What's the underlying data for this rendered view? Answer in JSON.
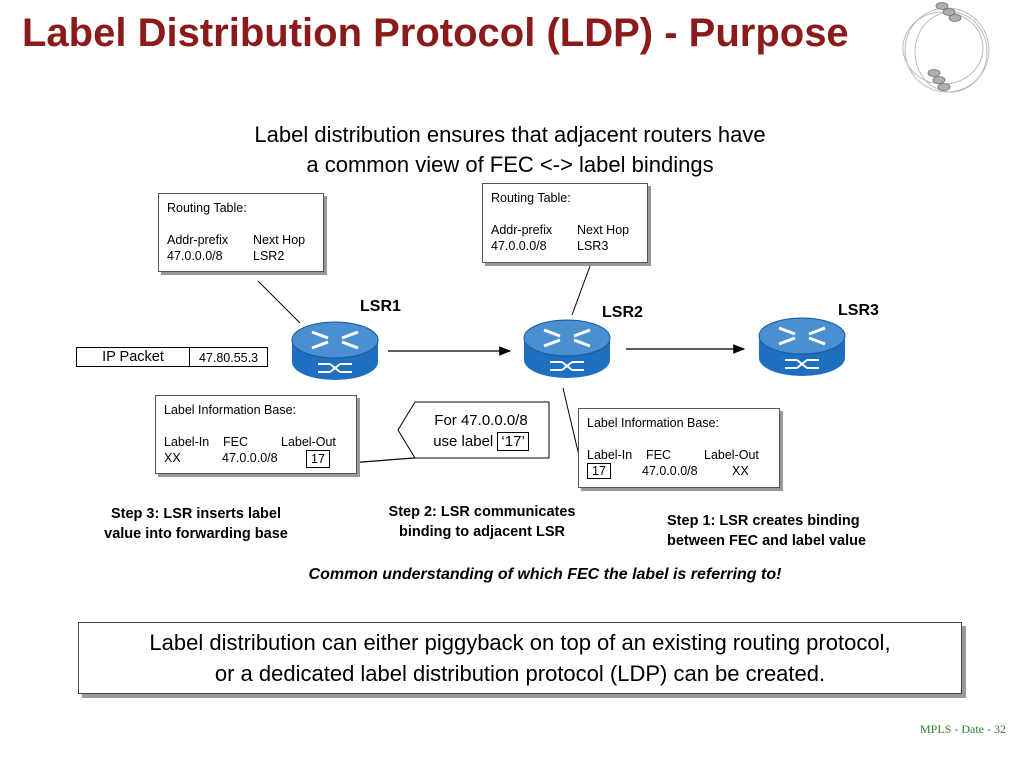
{
  "title": "Label Distribution Protocol (LDP) - Purpose",
  "subtitle_lines": [
    "Label distribution ensures that adjacent routers have",
    "a common view of FEC <-> label bindings"
  ],
  "routers": [
    {
      "id": "lsr1",
      "label": "LSR1"
    },
    {
      "id": "lsr2",
      "label": "LSR2"
    },
    {
      "id": "lsr3",
      "label": "LSR3"
    }
  ],
  "routing_tables": [
    {
      "header": "Routing Table:",
      "col_prefix": "Addr-prefix",
      "col_hop": "Next Hop",
      "prefix": "47.0.0.0/8",
      "hop": "LSR2"
    },
    {
      "header": "Routing Table:",
      "col_prefix": "Addr-prefix",
      "col_hop": "Next Hop",
      "prefix": "47.0.0.0/8",
      "hop": "LSR3"
    }
  ],
  "lib_tables": [
    {
      "header": "Label Information Base:",
      "col_in": "Label-In",
      "col_fec": "FEC",
      "col_out": "Label-Out",
      "in": "XX",
      "fec": "47.0.0.0/8",
      "out": "17"
    },
    {
      "header": "Label Information Base:",
      "col_in": "Label-In",
      "col_fec": "FEC",
      "col_out": "Label-Out",
      "in": "17",
      "fec": "47.0.0.0/8",
      "out": "XX"
    }
  ],
  "ip_packet": {
    "label": "IP Packet",
    "address": "47.80.55.3"
  },
  "bubble": {
    "line1": "For 47.0.0.0/8",
    "line2_prefix": "use label ",
    "line2_label": "‘17’"
  },
  "steps": {
    "step1": [
      "Step 1:  LSR creates binding",
      "between FEC and label value"
    ],
    "step2": [
      "Step 2:  LSR communicates",
      "binding to adjacent LSR"
    ],
    "step3": [
      "Step 3:  LSR inserts label",
      "value into forwarding base"
    ]
  },
  "common_understanding": "Common understanding of which FEC the label is referring to!",
  "bottom_lines": [
    "Label distribution can either piggyback on top of an existing routing protocol,",
    "or a dedicated label distribution protocol (LDP) can be created."
  ],
  "footer": "MPLS  - Date - 32",
  "colors": {
    "title": "#8b1a1a",
    "router_top": "#4a8fd0",
    "router_body": "#1f6fc0",
    "footer": "#2e7d32"
  },
  "logo_icon": "concentric-circles-logo"
}
